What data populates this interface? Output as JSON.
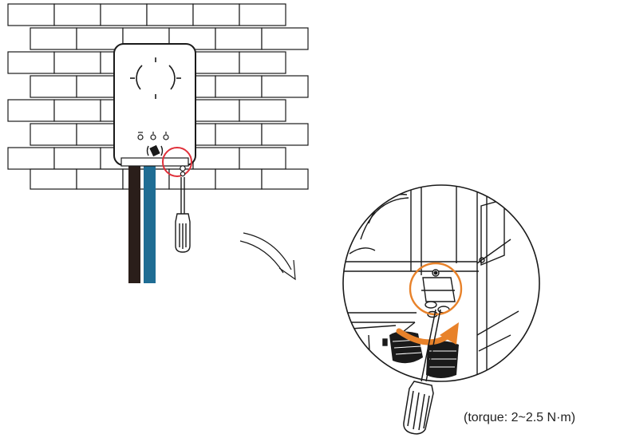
{
  "caption": {
    "torque_text": "(torque: 2~2.5 N·m)"
  },
  "colors": {
    "line": "#1a1a1a",
    "highlight_red": "#e0303a",
    "highlight_orange": "#e8822a",
    "cable_black": "#2a1e1a",
    "cable_blue": "#1f6d94"
  },
  "icons": [
    "brick-wall",
    "wall-box-device",
    "led-indicator-icon",
    "rfid-card-icon",
    "screwdriver-icon",
    "curved-arrow",
    "rotation-arrow-icon"
  ]
}
